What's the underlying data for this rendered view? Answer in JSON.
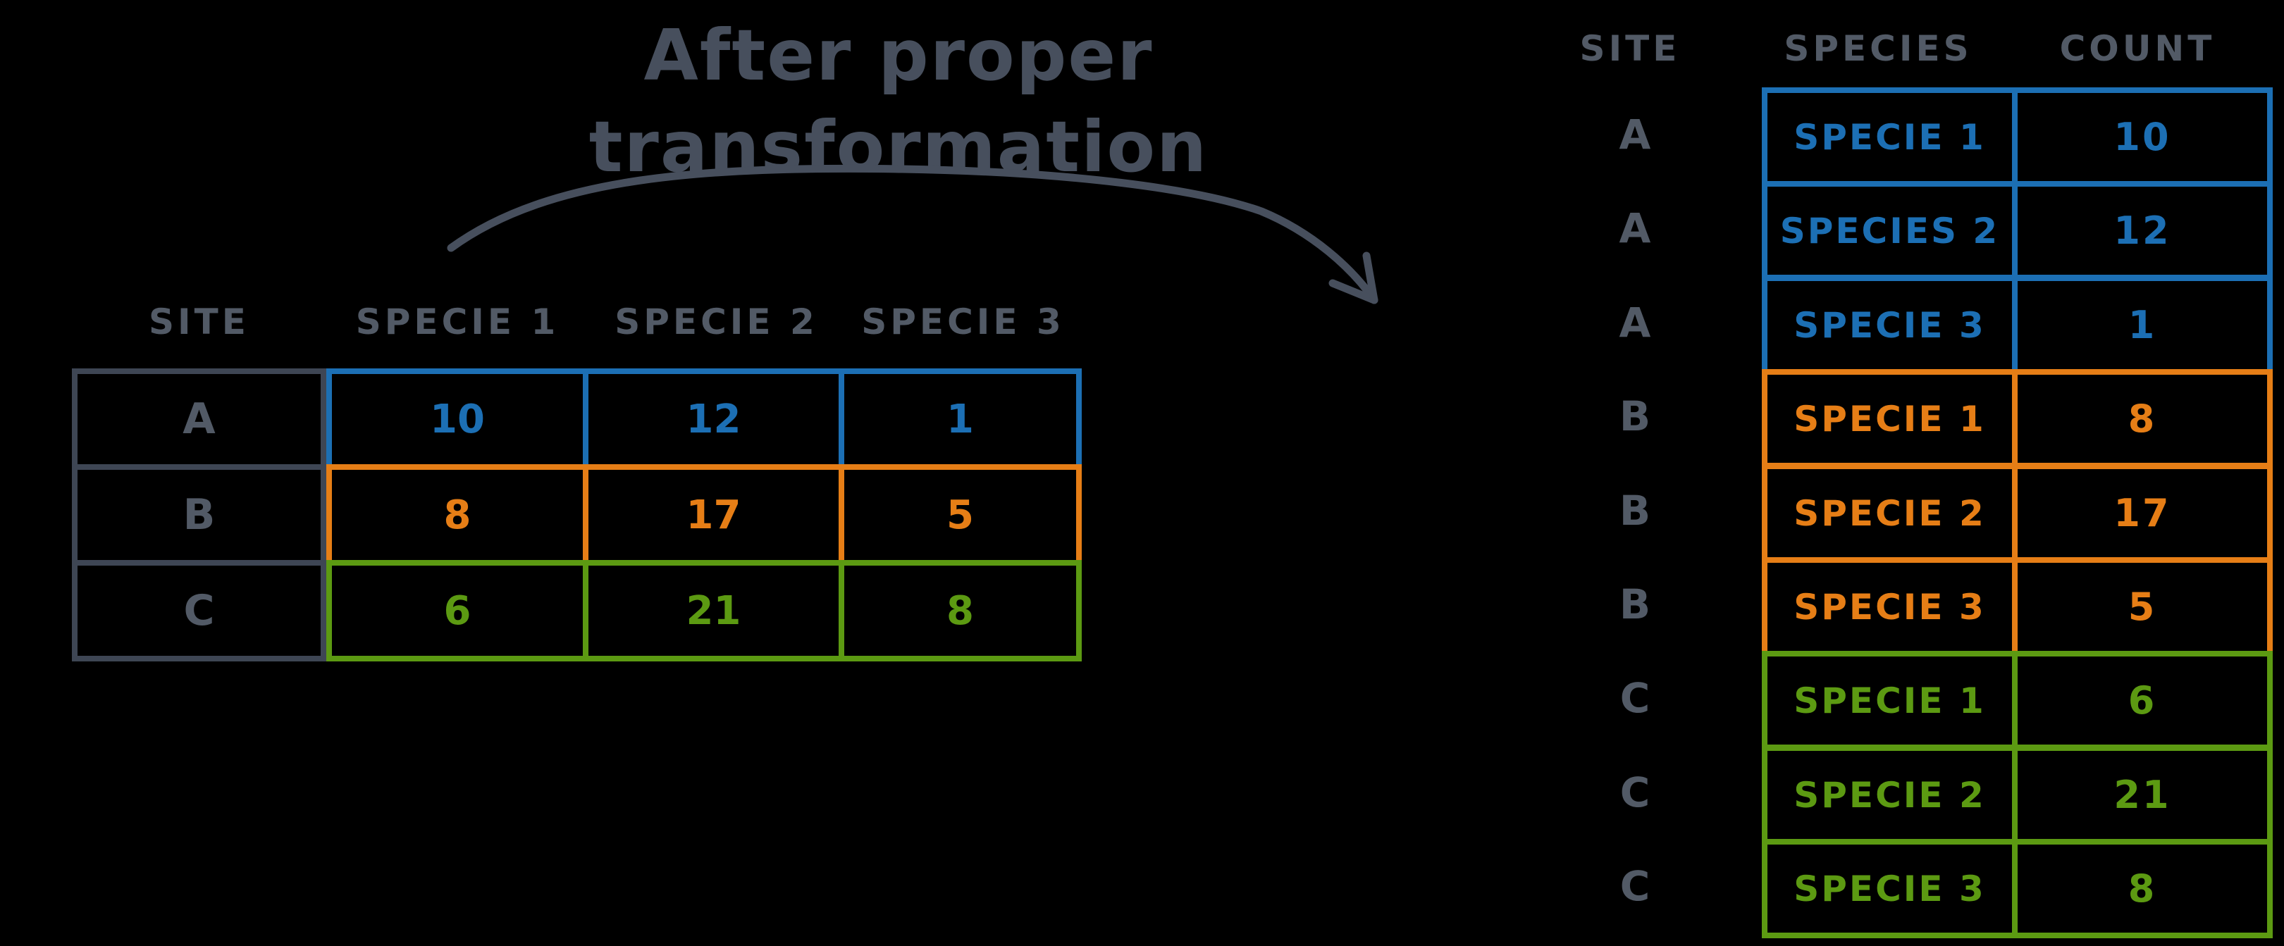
{
  "title": {
    "line1": "After proper",
    "line2": "transformation"
  },
  "colors": {
    "background": "#000000",
    "ink": "#474f5d",
    "gray_text": "#525a66",
    "site_border": "#3e4654",
    "blue": "#1c6fb4",
    "orange": "#e67e16",
    "green": "#5c9a12"
  },
  "wide_table": {
    "headers": [
      "SITE",
      "SPECIE 1",
      "SPECIE 2",
      "SPECIE 3"
    ],
    "rows": [
      {
        "site": "A",
        "values": [
          "10",
          "12",
          "1"
        ],
        "color": "blue"
      },
      {
        "site": "B",
        "values": [
          "8",
          "17",
          "5"
        ],
        "color": "orange"
      },
      {
        "site": "C",
        "values": [
          "6",
          "21",
          "8"
        ],
        "color": "green"
      }
    ]
  },
  "long_table": {
    "headers": [
      "SITE",
      "SPECIES",
      "COUNT"
    ],
    "rows": [
      {
        "site": "A",
        "species": "SPECIE 1",
        "count": "10",
        "color": "blue"
      },
      {
        "site": "A",
        "species": "SPECIES 2",
        "count": "12",
        "color": "blue"
      },
      {
        "site": "A",
        "species": "SPECIE 3",
        "count": "1",
        "color": "blue"
      },
      {
        "site": "B",
        "species": "SPECIE 1",
        "count": "8",
        "color": "orange"
      },
      {
        "site": "B",
        "species": "SPECIE 2",
        "count": "17",
        "color": "orange"
      },
      {
        "site": "B",
        "species": "SPECIE 3",
        "count": "5",
        "color": "orange"
      },
      {
        "site": "C",
        "species": "SPECIE 1",
        "count": "6",
        "color": "green"
      },
      {
        "site": "C",
        "species": "SPECIE 2",
        "count": "21",
        "color": "green"
      },
      {
        "site": "C",
        "species": "SPECIE 3",
        "count": "8",
        "color": "green"
      }
    ]
  }
}
